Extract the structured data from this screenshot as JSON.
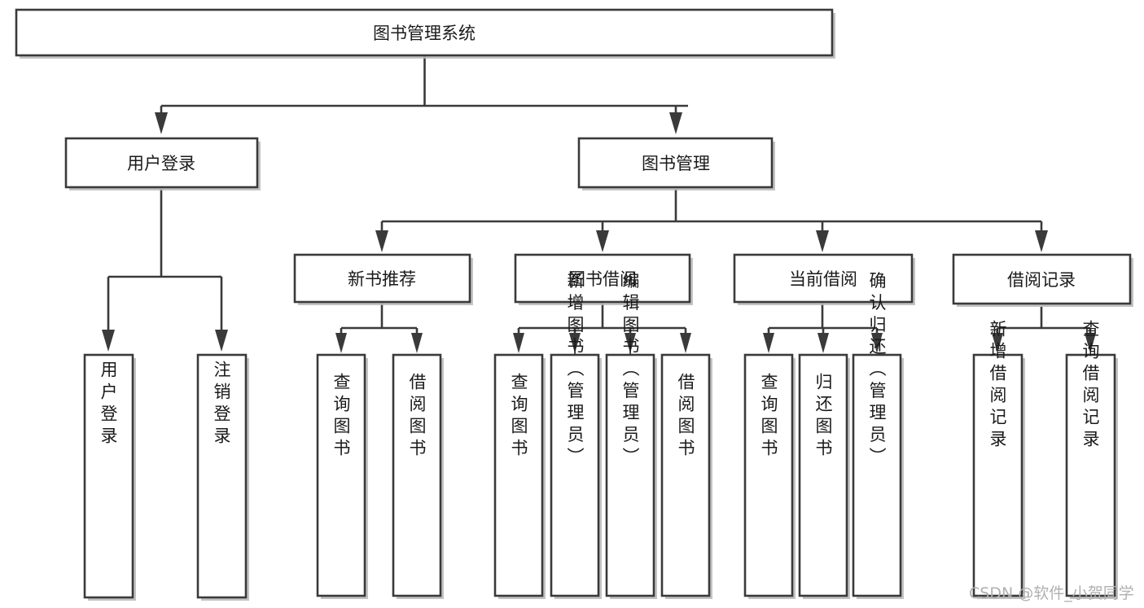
{
  "diagram": {
    "type": "tree-hierarchy-chart",
    "root": {
      "id": "root",
      "label": "图书管理系统"
    },
    "level2": [
      {
        "id": "user-login",
        "label": "用户登录"
      },
      {
        "id": "book-manage",
        "label": "图书管理"
      }
    ],
    "level3": [
      {
        "id": "new-book-rec",
        "label": "新书推荐",
        "parent": "book-manage"
      },
      {
        "id": "book-borrow",
        "label": "图书借阅",
        "parent": "book-manage"
      },
      {
        "id": "current-borrow",
        "label": "当前借阅",
        "parent": "book-manage"
      },
      {
        "id": "borrow-record",
        "label": "借阅记录",
        "parent": "book-manage"
      }
    ],
    "leaves": [
      {
        "id": "leaf-user-login",
        "label": "用户登录",
        "parent": "user-login"
      },
      {
        "id": "leaf-logout",
        "label": "注销登录",
        "parent": "user-login"
      },
      {
        "id": "leaf-query-book-1",
        "label": "查询图书",
        "parent": "new-book-rec"
      },
      {
        "id": "leaf-borrow-book-1",
        "label": "借阅图书",
        "parent": "new-book-rec"
      },
      {
        "id": "leaf-query-book-2",
        "label": "查询图书",
        "parent": "book-borrow"
      },
      {
        "id": "leaf-add-book",
        "label": "新增图书（管理员）",
        "parent": "book-borrow"
      },
      {
        "id": "leaf-edit-book",
        "label": "编辑图书（管理员）",
        "parent": "book-borrow"
      },
      {
        "id": "leaf-borrow-book-2",
        "label": "借阅图书",
        "parent": "book-borrow"
      },
      {
        "id": "leaf-query-book-3",
        "label": "查询图书",
        "parent": "current-borrow"
      },
      {
        "id": "leaf-return-book",
        "label": "归还图书",
        "parent": "current-borrow"
      },
      {
        "id": "leaf-confirm-return",
        "label": "确认归还（管理员）",
        "parent": "current-borrow"
      },
      {
        "id": "leaf-add-record",
        "label": "新增借阅记录",
        "parent": "borrow-record"
      },
      {
        "id": "leaf-query-record",
        "label": "查询借阅记录",
        "parent": "borrow-record"
      }
    ]
  },
  "watermark": {
    "text": "CSDN @软件_小贺同学"
  },
  "colors": {
    "stroke": "#3a3a3a",
    "fill": "#ffffff",
    "text": "#1a1a1a",
    "watermark": "#b0b0b0",
    "background": "#ffffff"
  }
}
